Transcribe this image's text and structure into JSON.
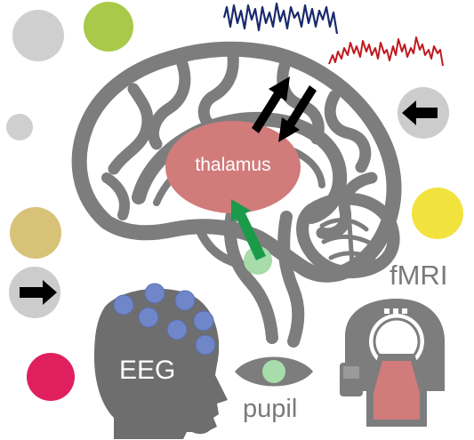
{
  "labels": {
    "thalamus": "thalamus",
    "fmri": "fMRI",
    "eeg": "EEG",
    "pupil": "pupil"
  },
  "colors": {
    "brain_outline": "#7d7d7d",
    "thalamus": "#d17b7b",
    "projection_arrow": "#1b9a4a",
    "pupil_spot": "#a8dcaa",
    "eeg_electrode": "#6f86c9",
    "head": "#6e6e6e",
    "scanner": "#7d7d7d",
    "signal_blue": "#1a2a6c",
    "signal_red": "#c0191f",
    "stim_gray": "#cfcfcf",
    "stim_green": "#a8c94a",
    "stim_tan": "#d7c277",
    "stim_yellow": "#f2e23e",
    "stim_magenta": "#e0205e",
    "cue_disc": "#cccccc"
  },
  "icons": [
    "left-arrow-icon",
    "right-arrow-icon",
    "bidirectional-arrows-icon"
  ]
}
